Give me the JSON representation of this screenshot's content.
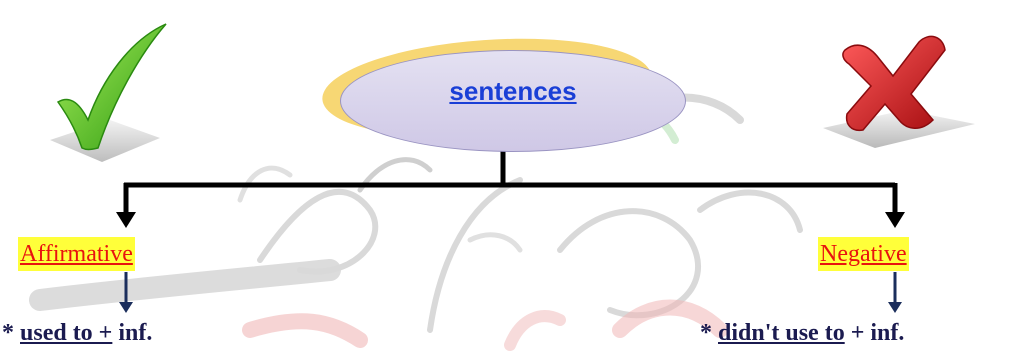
{
  "diagram": {
    "root": "sentences",
    "branches": [
      {
        "label": "Affirmative",
        "icon": "checkmark-icon",
        "rule": {
          "star": "* ",
          "keyword": "used to +",
          "suffix": " inf."
        }
      },
      {
        "label": "Negative",
        "icon": "cross-icon",
        "rule": {
          "star": "* ",
          "keyword": "didn't use to",
          "suffix": " + inf."
        }
      }
    ]
  },
  "colors": {
    "root_text": "#1a3fd6",
    "branch_text": "#e8130f",
    "branch_highlight": "#ffff3a",
    "rule_text": "#1b1b50",
    "oval_fill": "#d8d3ec",
    "oval_shadow": "#f7d774",
    "check": "#4fc21f",
    "cross": "#d8171b"
  }
}
